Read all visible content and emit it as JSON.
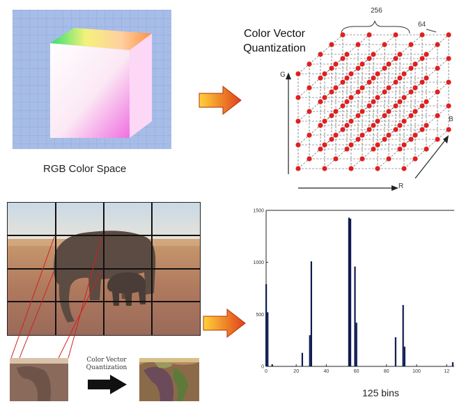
{
  "rgb": {
    "caption": "RGB Color Space"
  },
  "quantization": {
    "title_line1": "Color Vector",
    "title_line2": "Quantization",
    "dim_outer": "256",
    "dim_inner": "64",
    "axis_g": "G",
    "axis_r": "R",
    "axis_b": "B",
    "grid_points_per_side": 5
  },
  "patches": {
    "arrow_caption": "Color Vector Quantization"
  },
  "colors": {
    "arrow_start": "#ffd23a",
    "arrow_end": "#e0401a",
    "node": "#e02020",
    "bar": "#0f1a4f",
    "grid_line": "#111111"
  },
  "chart_data": {
    "type": "bar",
    "title": "",
    "xlabel": "",
    "ylabel": "",
    "xlim": [
      0,
      125
    ],
    "ylim": [
      0,
      1500
    ],
    "xticks": [
      "0",
      "20",
      "40",
      "60",
      "80",
      "100",
      "12"
    ],
    "yticks": [
      "0",
      "500",
      "1000",
      "1500"
    ],
    "bottom_label": "125 bins",
    "bars": [
      {
        "x": 0,
        "y": 790
      },
      {
        "x": 1,
        "y": 520
      },
      {
        "x": 4,
        "y": 20
      },
      {
        "x": 24,
        "y": 130
      },
      {
        "x": 29,
        "y": 300
      },
      {
        "x": 30,
        "y": 1010
      },
      {
        "x": 55,
        "y": 1430
      },
      {
        "x": 56,
        "y": 1420
      },
      {
        "x": 59,
        "y": 960
      },
      {
        "x": 60,
        "y": 420
      },
      {
        "x": 86,
        "y": 280
      },
      {
        "x": 91,
        "y": 590
      },
      {
        "x": 92,
        "y": 190
      },
      {
        "x": 124,
        "y": 40
      }
    ]
  }
}
